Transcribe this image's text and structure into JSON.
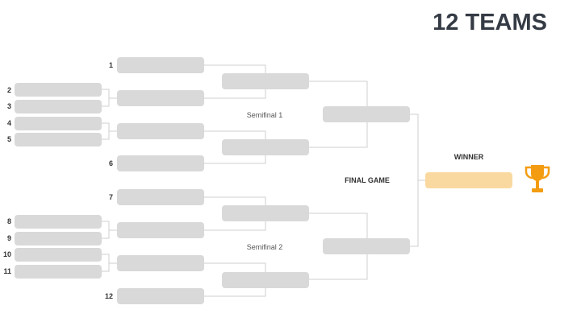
{
  "title": "12 TEAMS",
  "seeds": [
    "1",
    "2",
    "3",
    "4",
    "5",
    "6",
    "7",
    "8",
    "9",
    "10",
    "11",
    "12"
  ],
  "labels": {
    "semi1": "Semifinal 1",
    "semi2": "Semifinal 2",
    "final": "FINAL GAME",
    "winner": "WINNER"
  },
  "colors": {
    "slot": "#d9d9d9",
    "winner": "#fad9a0",
    "trophy": "#f39c12"
  }
}
